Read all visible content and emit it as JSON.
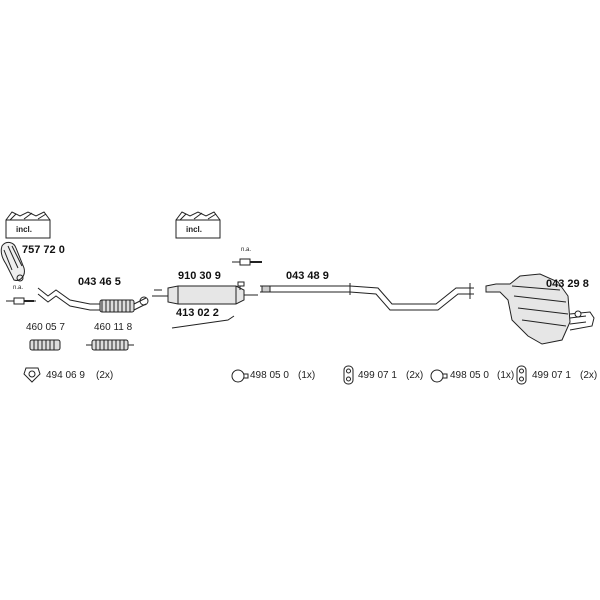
{
  "kits": [
    {
      "label": "incl."
    },
    {
      "label": "incl."
    }
  ],
  "parts": {
    "catalyst_front": "757 72 0",
    "front_pipe": "043 46 5",
    "bracket_left_1": "460 05 7",
    "bracket_left_2": "460 11 8",
    "middle_silencer": "910 30 9",
    "middle_clamp": "413 02 2",
    "intermediate_pipe": "043 48 9",
    "rear_silencer": "043 29 8"
  },
  "not_available": [
    "n.a.",
    "n.a."
  ],
  "accessories": [
    {
      "part": "494 06 9",
      "qty": "(2x)",
      "icon": "gasket-icon"
    },
    {
      "part": "498 05 0",
      "qty": "(1x)",
      "icon": "clamp-icon"
    },
    {
      "part": "499 07 1",
      "qty": "(2x)",
      "icon": "rubber-mount-icon"
    },
    {
      "part": "498 05 0",
      "qty": "(1x)",
      "icon": "clamp-icon"
    },
    {
      "part": "499 07 1",
      "qty": "(2x)",
      "icon": "rubber-mount-icon"
    }
  ]
}
